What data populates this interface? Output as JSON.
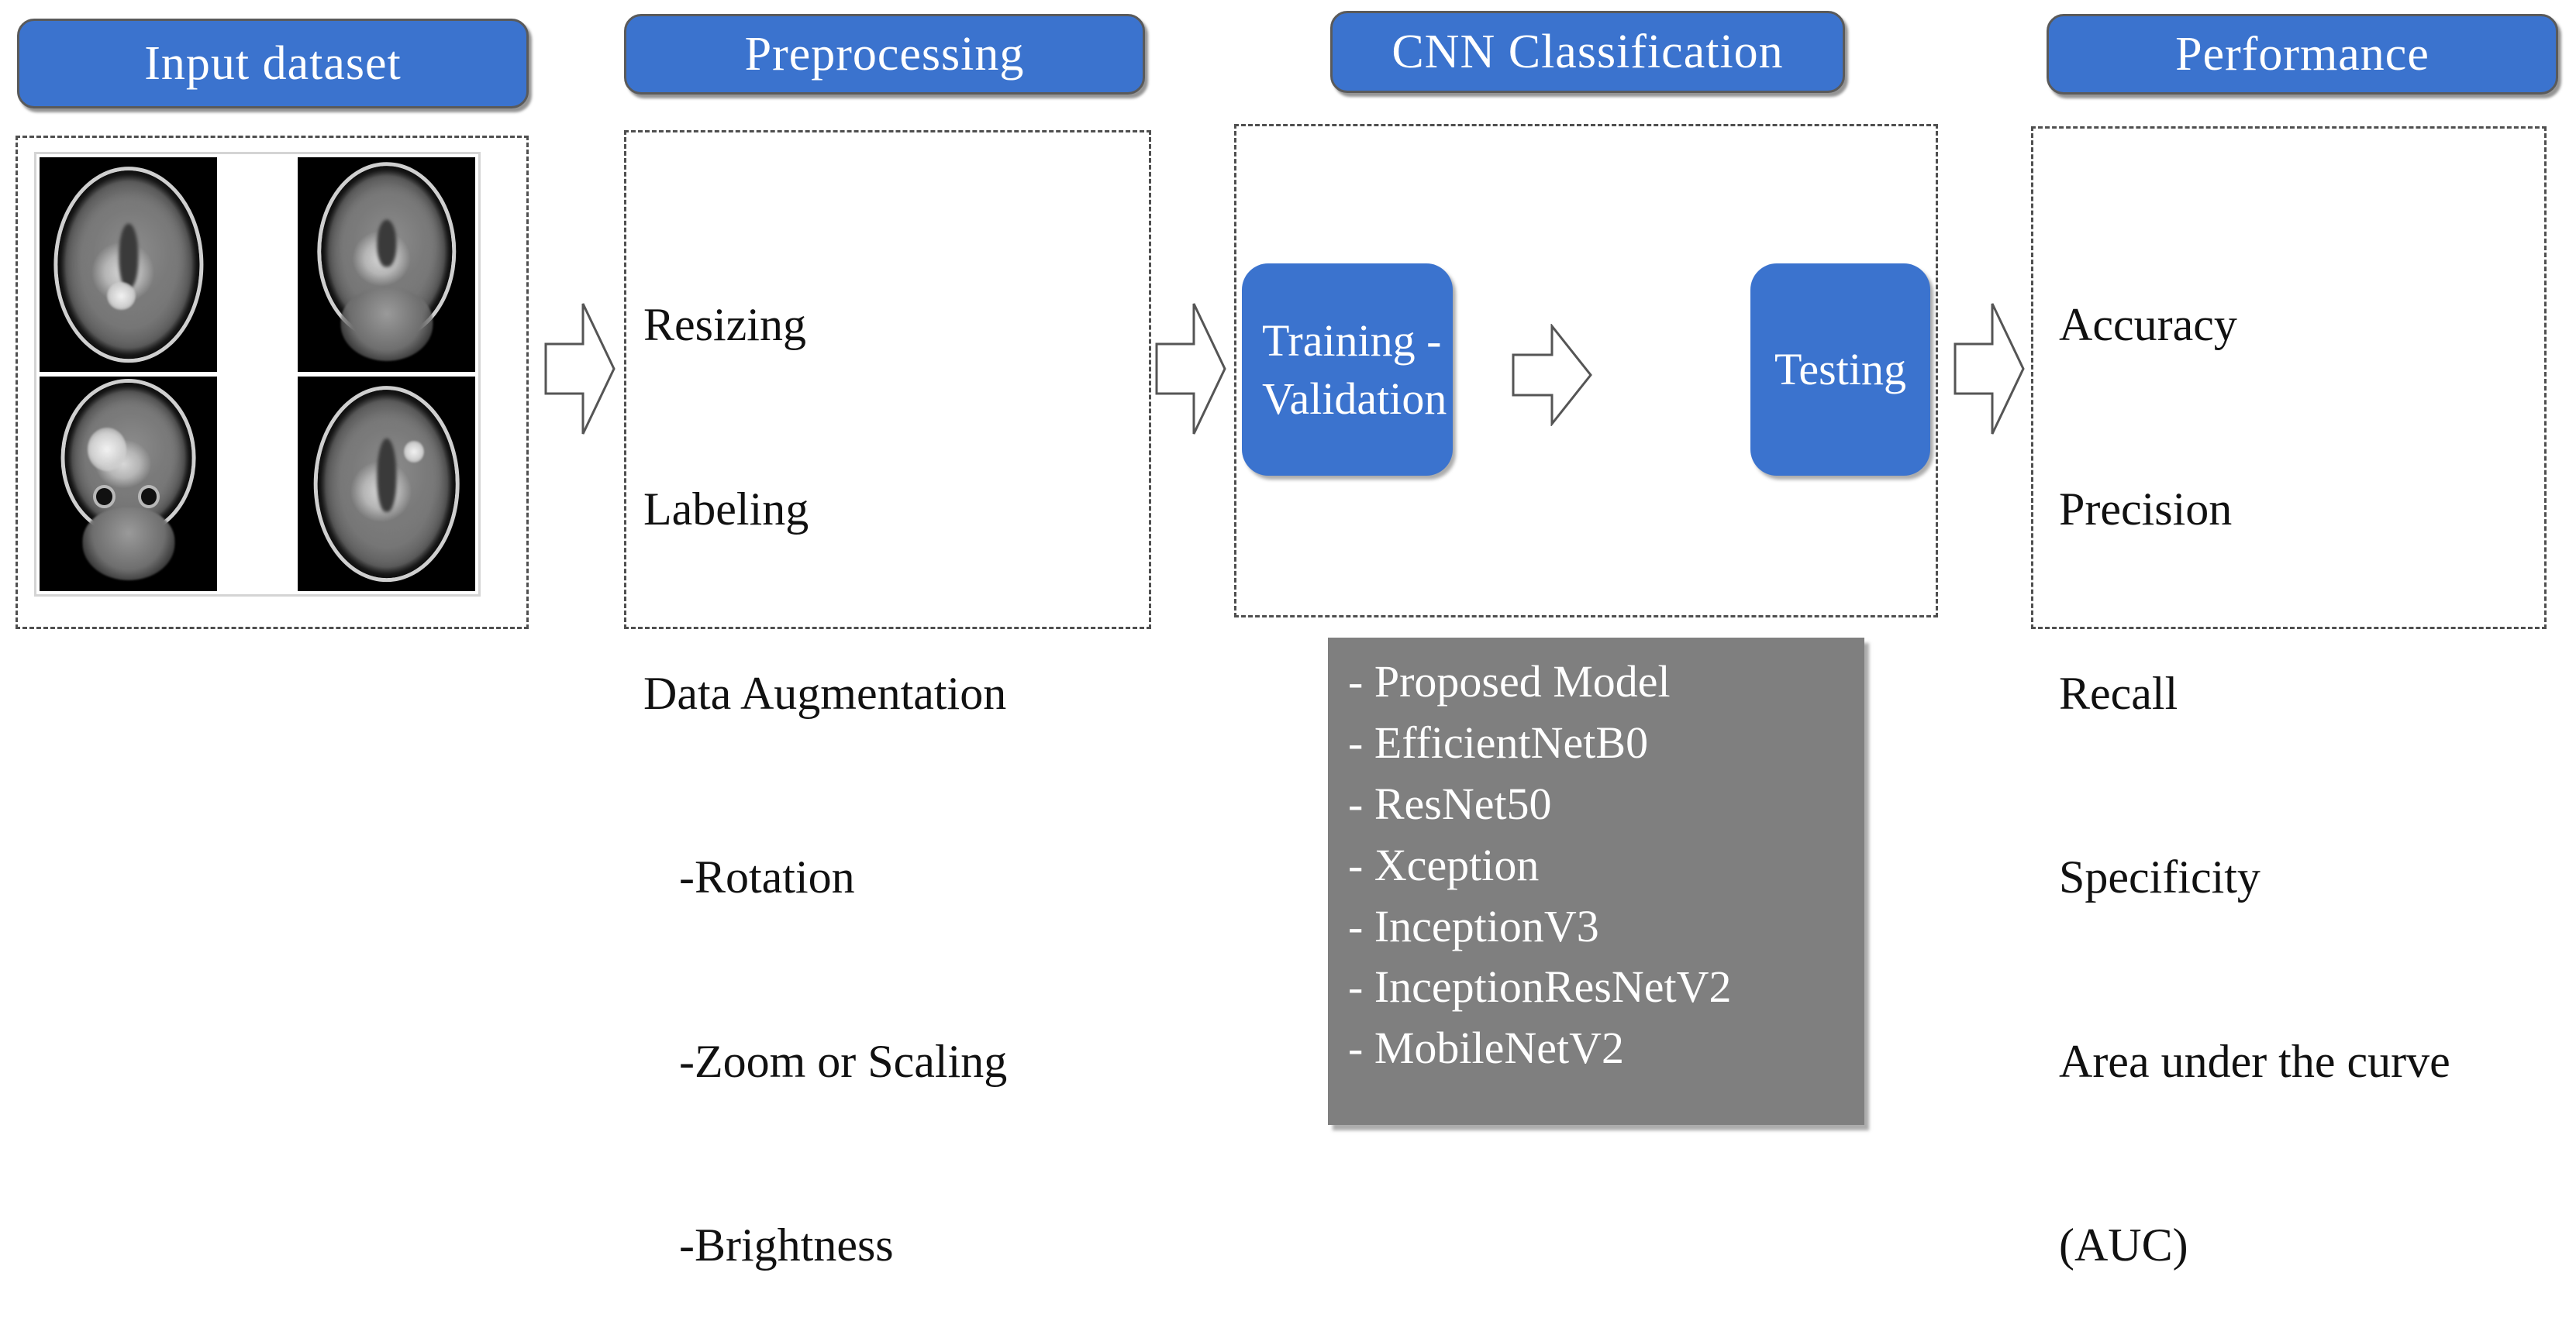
{
  "diagram": {
    "title": "CNN brain tumour classification pipeline",
    "accent_blue": "#3B73CE",
    "gray_panel": "#7F7F7F",
    "dash_border": "#4F4F4F"
  },
  "stages": {
    "input": {
      "header": "Input dataset",
      "mri_count": 4,
      "mri_captions": [
        "axial-mri-1",
        "coronal-mri-1",
        "coronal-mri-2",
        "axial-mri-2"
      ]
    },
    "preprocessing": {
      "header": "Preprocessing",
      "steps": [
        "Resizing",
        "Labeling",
        "Data Augmentation"
      ],
      "substeps": [
        "-Rotation",
        "-Zoom or Scaling",
        "-Brightness"
      ]
    },
    "cnn": {
      "header": "CNN Classification",
      "training_box": "Training -\nValidation",
      "testing_box": "Testing"
    },
    "performance": {
      "header": "Performance",
      "metrics": [
        "Accuracy",
        "Precision",
        "Recall",
        "Specificity",
        "Area under the curve",
        "(AUC)"
      ]
    }
  },
  "models": {
    "items": [
      "- Proposed Model",
      "- EfficientNetB0",
      "- ResNet50",
      "- Xception",
      "- InceptionV3",
      "- InceptionResNetV2",
      "- MobileNetV2"
    ]
  },
  "arrows": {
    "input_to_preprocessing": "right-block-arrow",
    "preprocessing_to_cnn": "right-block-arrow",
    "training_to_testing": "right-block-arrow",
    "cnn_to_performance": "right-block-arrow"
  }
}
